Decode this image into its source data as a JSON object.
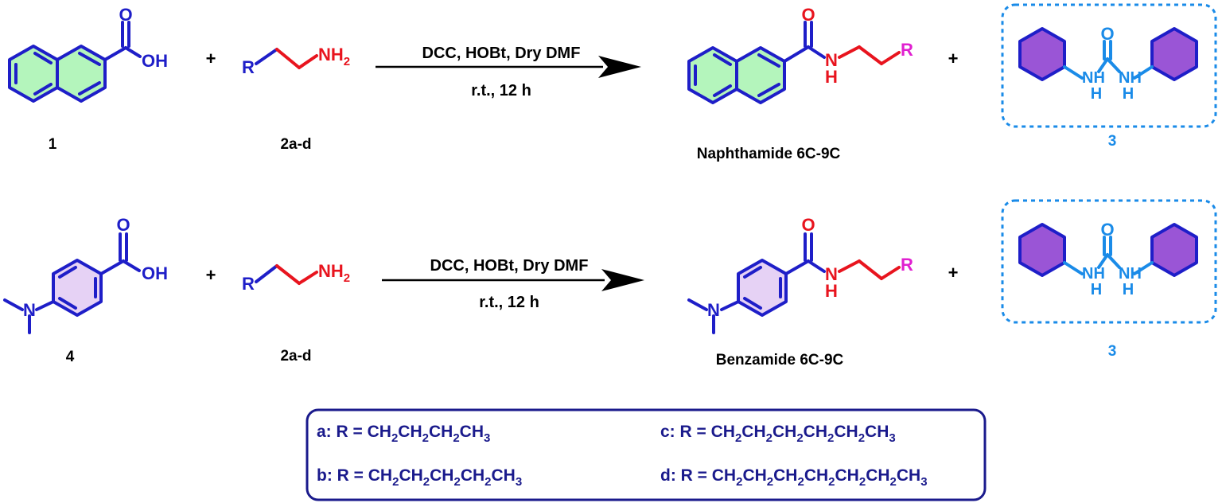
{
  "colors": {
    "bond_blue": "#1e1ec8",
    "amide_red": "#e8141e",
    "r_magenta": "#e020d0",
    "urea_blue": "#1a8be8",
    "naphthalene_fill": "#b4f5bc",
    "benzene_fill": "#e6d2f5",
    "cyclohexyl_fill": "#9a55d6",
    "list_navy": "#1a1a8c"
  },
  "atoms": {
    "O": "O",
    "OH": "OH",
    "N": "N",
    "H": "H",
    "R": "R",
    "NH": "NH",
    "H2": "2"
  },
  "reaction1": {
    "reagents": "DCC, HOBt, Dry DMF",
    "conditions": "r.t., 12 h",
    "reactant1_label": "1",
    "reactant2_label": "2a-d",
    "product_label": "Naphthamide 6C-9C",
    "byproduct_label": "3",
    "plus": "+"
  },
  "reaction2": {
    "reagents": "DCC, HOBt, Dry DMF",
    "conditions": "r.t., 12 h",
    "reactant1_label": "4",
    "reactant2_label": "2a-d",
    "product_label": "Benzamide 6C-9C",
    "byproduct_label": "3",
    "plus": "+"
  },
  "r_groups": [
    {
      "key": "a",
      "prefix": "a: R = ",
      "formula": [
        "CH",
        "2",
        "CH",
        "2",
        "CH",
        "2",
        "CH",
        "3"
      ]
    },
    {
      "key": "b",
      "prefix": "b: R = ",
      "formula": [
        "CH",
        "2",
        "CH",
        "2",
        "CH",
        "2",
        "CH",
        "2",
        "CH",
        "3"
      ]
    },
    {
      "key": "c",
      "prefix": "c: R = ",
      "formula": [
        "CH",
        "2",
        "CH",
        "2",
        "CH",
        "2",
        "CH",
        "2",
        "CH",
        "2",
        "CH",
        "3"
      ]
    },
    {
      "key": "d",
      "prefix": "d: R = ",
      "formula": [
        "CH",
        "2",
        "CH",
        "2",
        "CH",
        "2",
        "CH",
        "2",
        "CH",
        "2",
        "CH",
        "2",
        "CH",
        "3"
      ]
    }
  ]
}
